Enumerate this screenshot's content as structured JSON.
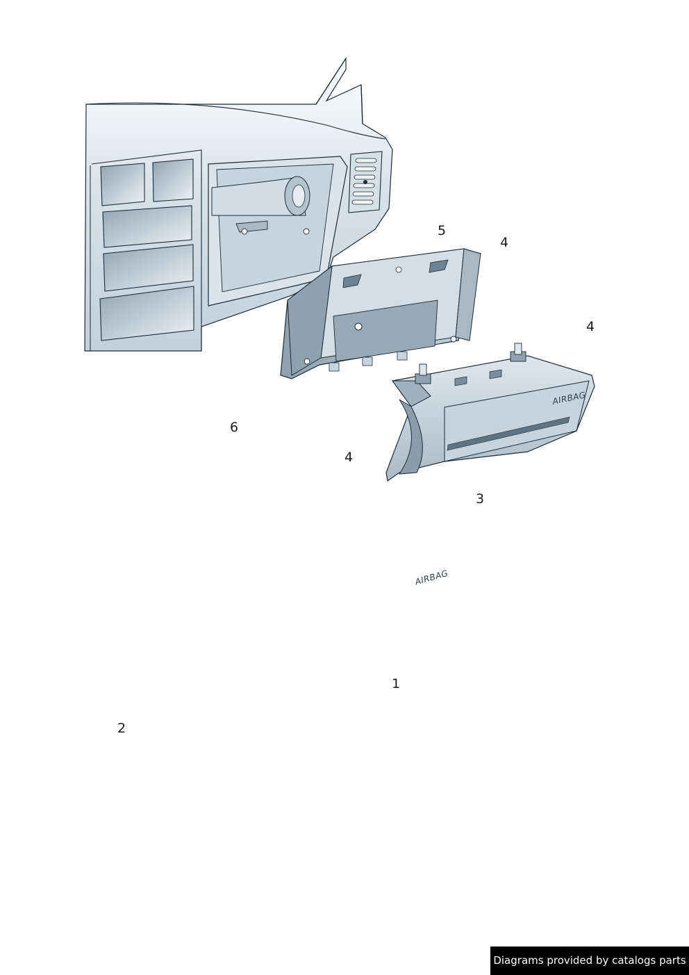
{
  "diagram": {
    "part_labels": [
      "1",
      "2",
      "3",
      "4",
      "4",
      "4",
      "5",
      "6"
    ],
    "embossed_text": {
      "glovebox": "AIRBAG",
      "steering_module": "AIRBAG"
    },
    "colors": {
      "part_fill": "#c9d5de",
      "part_shade": "#95a8b6",
      "part_dark": "#6d8292",
      "outline": "#1c2a35",
      "leader": "#222222",
      "dash_guide": "#7c92a3"
    }
  },
  "footer": {
    "credit": "Diagrams provided by catalogs parts"
  }
}
